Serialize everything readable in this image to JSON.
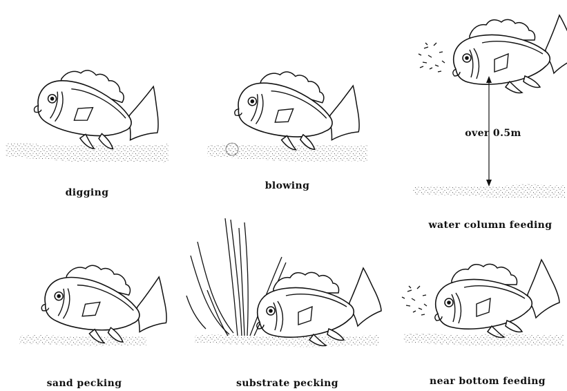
{
  "panels": [
    {
      "id": "digging",
      "caption": "digging"
    },
    {
      "id": "blowing",
      "caption": "blowing"
    },
    {
      "id": "water-column",
      "caption": "water column feeding",
      "distance_label": "over 0.5m"
    },
    {
      "id": "sand-pecking",
      "caption": "sand pecking"
    },
    {
      "id": "substrate-pecking",
      "caption": "substrate pecking"
    },
    {
      "id": "near-bottom",
      "caption": "near bottom feeding"
    }
  ]
}
